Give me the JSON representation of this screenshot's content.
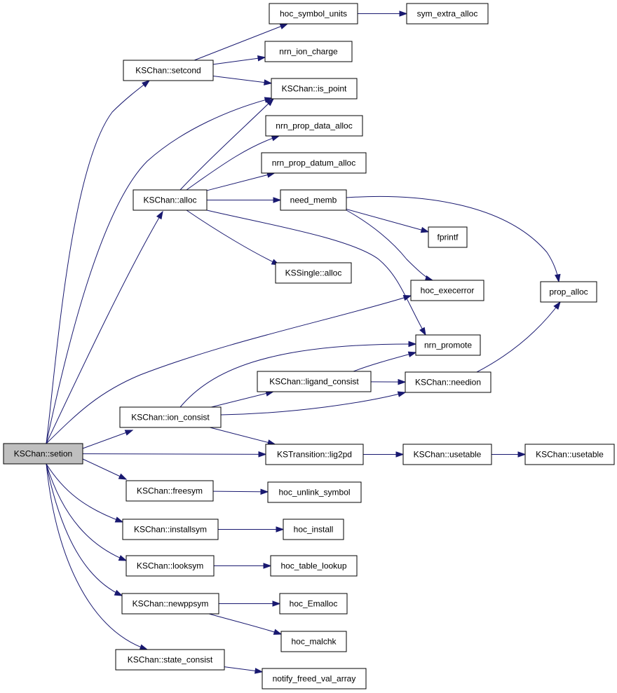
{
  "nodes": [
    {
      "id": "setion",
      "label": "KSChan::setion"
    },
    {
      "id": "setcond",
      "label": "KSChan::setcond"
    },
    {
      "id": "hoc_symbol_units",
      "label": "hoc_symbol_units"
    },
    {
      "id": "sym_extra_alloc",
      "label": "sym_extra_alloc"
    },
    {
      "id": "nrn_ion_charge",
      "label": "nrn_ion_charge"
    },
    {
      "id": "is_point",
      "label": "KSChan::is_point"
    },
    {
      "id": "nrn_prop_data_alloc",
      "label": "nrn_prop_data_alloc"
    },
    {
      "id": "nrn_prop_datum_alloc",
      "label": "nrn_prop_datum_alloc"
    },
    {
      "id": "alloc",
      "label": "KSChan::alloc"
    },
    {
      "id": "need_memb",
      "label": "need_memb"
    },
    {
      "id": "fprintf",
      "label": "fprintf"
    },
    {
      "id": "ksingle_alloc",
      "label": "KSSingle::alloc"
    },
    {
      "id": "hoc_execerror",
      "label": "hoc_execerror"
    },
    {
      "id": "prop_alloc",
      "label": "prop_alloc"
    },
    {
      "id": "nrn_promote",
      "label": "nrn_promote"
    },
    {
      "id": "ligand_consist",
      "label": "KSChan::ligand_consist"
    },
    {
      "id": "needion",
      "label": "KSChan::needion"
    },
    {
      "id": "ion_consist",
      "label": "KSChan::ion_consist"
    },
    {
      "id": "lig2pd",
      "label": "KSTransition::lig2pd"
    },
    {
      "id": "usetable1",
      "label": "KSChan::usetable"
    },
    {
      "id": "usetable2",
      "label": "KSChan::usetable"
    },
    {
      "id": "freesym",
      "label": "KSChan::freesym"
    },
    {
      "id": "hoc_unlink_symbol",
      "label": "hoc_unlink_symbol"
    },
    {
      "id": "installsym",
      "label": "KSChan::installsym"
    },
    {
      "id": "hoc_install",
      "label": "hoc_install"
    },
    {
      "id": "looksym",
      "label": "KSChan::looksym"
    },
    {
      "id": "hoc_table_lookup",
      "label": "hoc_table_lookup"
    },
    {
      "id": "newppsym",
      "label": "KSChan::newppsym"
    },
    {
      "id": "hoc_Emalloc",
      "label": "hoc_Emalloc"
    },
    {
      "id": "hoc_malchk",
      "label": "hoc_malchk"
    },
    {
      "id": "state_consist",
      "label": "KSChan::state_consist"
    },
    {
      "id": "notify_freed_val_array",
      "label": "notify_freed_val_array"
    }
  ],
  "edges": [
    [
      "setion",
      "setcond"
    ],
    [
      "setion",
      "is_point"
    ],
    [
      "setion",
      "alloc"
    ],
    [
      "setion",
      "hoc_execerror"
    ],
    [
      "setion",
      "ion_consist"
    ],
    [
      "setion",
      "lig2pd"
    ],
    [
      "setion",
      "freesym"
    ],
    [
      "setion",
      "installsym"
    ],
    [
      "setion",
      "looksym"
    ],
    [
      "setion",
      "newppsym"
    ],
    [
      "setion",
      "state_consist"
    ],
    [
      "setcond",
      "hoc_symbol_units"
    ],
    [
      "setcond",
      "nrn_ion_charge"
    ],
    [
      "setcond",
      "is_point"
    ],
    [
      "hoc_symbol_units",
      "sym_extra_alloc"
    ],
    [
      "alloc",
      "is_point"
    ],
    [
      "alloc",
      "nrn_prop_data_alloc"
    ],
    [
      "alloc",
      "nrn_prop_datum_alloc"
    ],
    [
      "alloc",
      "need_memb"
    ],
    [
      "alloc",
      "ksingle_alloc"
    ],
    [
      "alloc",
      "nrn_promote"
    ],
    [
      "need_memb",
      "fprintf"
    ],
    [
      "need_memb",
      "hoc_execerror"
    ],
    [
      "need_memb",
      "prop_alloc"
    ],
    [
      "ion_consist",
      "nrn_promote"
    ],
    [
      "ion_consist",
      "ligand_consist"
    ],
    [
      "ion_consist",
      "needion"
    ],
    [
      "ion_consist",
      "lig2pd"
    ],
    [
      "ligand_consist",
      "nrn_promote"
    ],
    [
      "ligand_consist",
      "needion"
    ],
    [
      "needion",
      "prop_alloc"
    ],
    [
      "lig2pd",
      "usetable1"
    ],
    [
      "usetable1",
      "usetable2"
    ],
    [
      "freesym",
      "hoc_unlink_symbol"
    ],
    [
      "installsym",
      "hoc_install"
    ],
    [
      "looksym",
      "hoc_table_lookup"
    ],
    [
      "newppsym",
      "hoc_Emalloc"
    ],
    [
      "newppsym",
      "hoc_malchk"
    ],
    [
      "state_consist",
      "notify_freed_val_array"
    ]
  ]
}
